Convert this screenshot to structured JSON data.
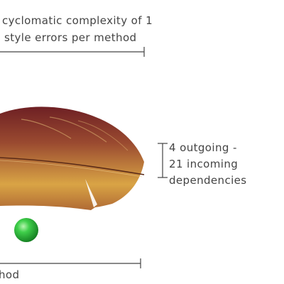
{
  "annotations": {
    "complexity_line": "cyclomatic complexity of 1",
    "style_errors_line": "style errors per method",
    "outgoing_line": "4 outgoing -",
    "incoming_line": "21 incoming",
    "dependencies_line": "dependencies",
    "bottom_label": "hod"
  },
  "colors": {
    "feather_outer": "#7a2626",
    "feather_mid": "#b8743a",
    "feather_inner": "#e0b24a",
    "ball": "#22b53a",
    "ink": "#444444"
  }
}
